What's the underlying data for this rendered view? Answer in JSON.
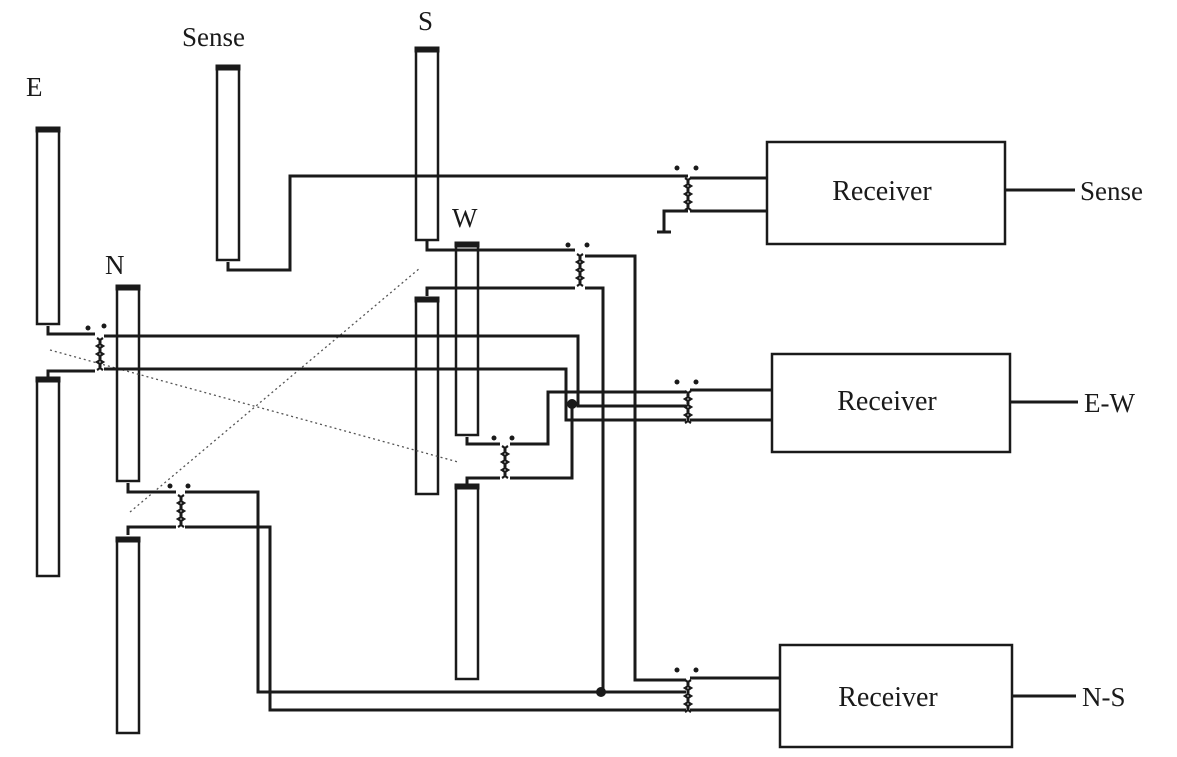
{
  "antenna_labels": {
    "east": "E",
    "sense": "Sense",
    "south": "S",
    "west": "W",
    "north": "N"
  },
  "receivers": {
    "sense": {
      "label": "Receiver",
      "output": "Sense"
    },
    "ew": {
      "label": "Receiver",
      "output": "E-W"
    },
    "ns": {
      "label": "Receiver",
      "output": "N-S"
    }
  }
}
